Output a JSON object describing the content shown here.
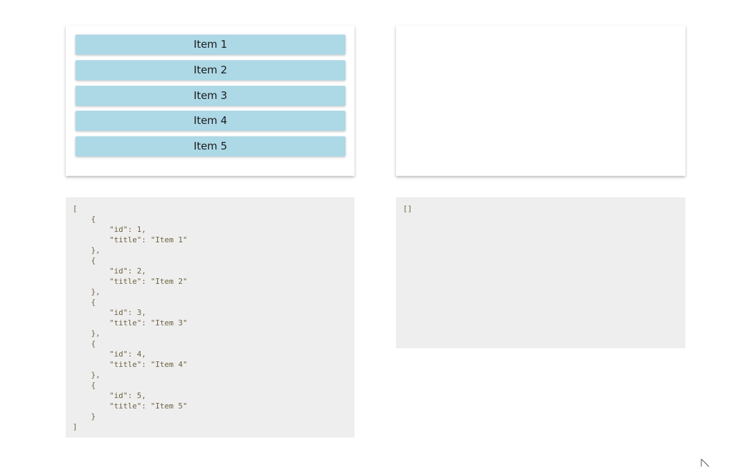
{
  "source_list": {
    "items": [
      {
        "label": "Item 1"
      },
      {
        "label": "Item 2"
      },
      {
        "label": "Item 3"
      },
      {
        "label": "Item 4"
      },
      {
        "label": "Item 5"
      }
    ]
  },
  "source_json": "[\n    {\n        \"id\": 1,\n        \"title\": \"Item 1\"\n    },\n    {\n        \"id\": 2,\n        \"title\": \"Item 2\"\n    },\n    {\n        \"id\": 3,\n        \"title\": \"Item 3\"\n    },\n    {\n        \"id\": 4,\n        \"title\": \"Item 4\"\n    },\n    {\n        \"id\": 5,\n        \"title\": \"Item 5\"\n    }\n]",
  "target_json": "[]",
  "colors": {
    "item_background": "#add8e6",
    "json_background": "#eeeeee",
    "json_text": "#6e6140"
  },
  "icons": {
    "cursor": "mouse-pointer-icon"
  }
}
